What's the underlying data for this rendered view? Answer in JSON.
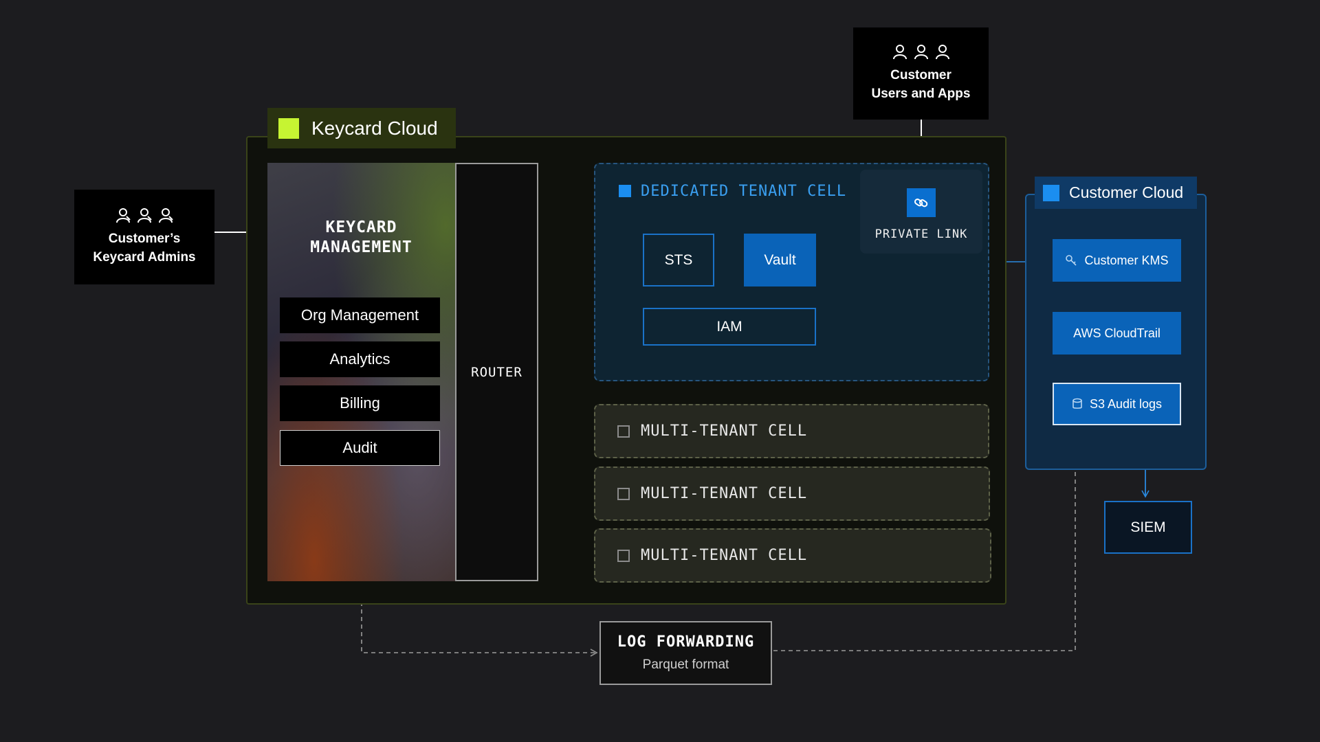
{
  "actors": {
    "admins": {
      "label_line1": "Customer’s",
      "label_line2": "Keycard Admins",
      "icon": "users-icon"
    },
    "users": {
      "label_line1": "Customer",
      "label_line2": "Users and Apps",
      "icon": "users-icon"
    }
  },
  "keycard_cloud": {
    "title": "Keycard Cloud",
    "accent": "#c6f432",
    "management": {
      "title_line1": "KEYCARD",
      "title_line2": "MANAGEMENT",
      "items": [
        "Org Management",
        "Analytics",
        "Billing",
        "Audit"
      ]
    },
    "router": "ROUTER",
    "dedicated_cell": {
      "title": "DEDICATED TENANT CELL",
      "sts": "STS",
      "vault": "Vault",
      "iam": "IAM",
      "private_link": "PRIVATE LINK"
    },
    "multi_cells": [
      "MULTI-TENANT CELL",
      "MULTI-TENANT CELL",
      "MULTI-TENANT CELL"
    ]
  },
  "customer_cloud": {
    "title": "Customer Cloud",
    "accent": "#1b8ef0",
    "kms": "Customer KMS",
    "cloudtrail": "AWS CloudTrail",
    "s3": "S3 Audit logs"
  },
  "siem": "SIEM",
  "log_forwarding": {
    "title": "LOG FORWARDING",
    "subtitle": "Parquet format"
  }
}
